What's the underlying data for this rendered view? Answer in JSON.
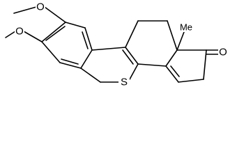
{
  "molecule": {
    "heteroatom_sulfur": "S",
    "methoxy_top": {
      "oxygen": "O",
      "methyl": ""
    },
    "methoxy_bottom": {
      "oxygen": "O",
      "methyl": ""
    },
    "angular_methyl": "Me",
    "ketone_oxygen": "O"
  },
  "colors": {
    "bond": "#000000",
    "background": "#ffffff"
  }
}
